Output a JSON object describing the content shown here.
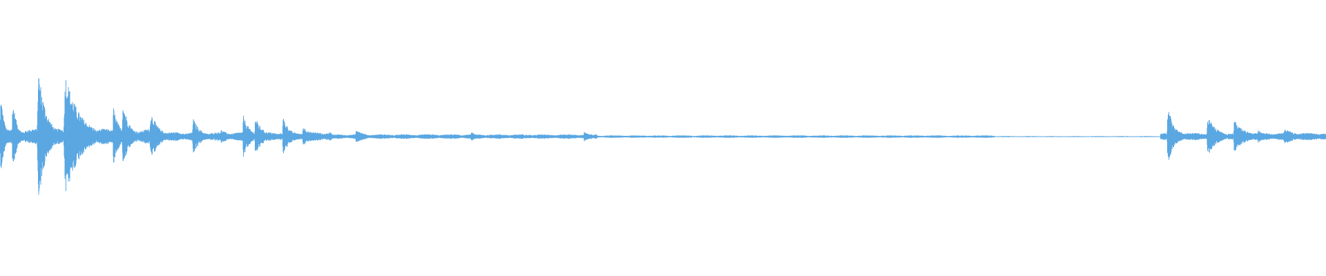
{
  "waveform": {
    "color": "#5aa7e2",
    "background": "#ffffff",
    "bursts": [
      {
        "start": 0.0,
        "end": 0.013,
        "peak": 0.42,
        "decay": 0.2
      },
      {
        "start": 0.009,
        "end": 0.02,
        "peak": 0.34,
        "decay": 0.3
      },
      {
        "start": 0.028,
        "end": 0.045,
        "peak": 0.62,
        "decay": 0.35
      },
      {
        "start": 0.048,
        "end": 0.072,
        "peak": 0.55,
        "decay": 0.45
      },
      {
        "start": 0.085,
        "end": 0.096,
        "peak": 0.26,
        "decay": 0.4
      },
      {
        "start": 0.092,
        "end": 0.104,
        "peak": 0.32,
        "decay": 0.4
      },
      {
        "start": 0.113,
        "end": 0.125,
        "peak": 0.22,
        "decay": 0.5
      },
      {
        "start": 0.145,
        "end": 0.156,
        "peak": 0.16,
        "decay": 0.5
      },
      {
        "start": 0.166,
        "end": 0.18,
        "peak": 0.06,
        "decay": 0.5
      },
      {
        "start": 0.183,
        "end": 0.193,
        "peak": 0.18,
        "decay": 0.5
      },
      {
        "start": 0.192,
        "end": 0.203,
        "peak": 0.17,
        "decay": 0.5
      },
      {
        "start": 0.213,
        "end": 0.223,
        "peak": 0.17,
        "decay": 0.5
      },
      {
        "start": 0.228,
        "end": 0.24,
        "peak": 0.09,
        "decay": 0.5
      },
      {
        "start": 0.268,
        "end": 0.28,
        "peak": 0.07,
        "decay": 0.5
      },
      {
        "start": 0.355,
        "end": 0.364,
        "peak": 0.04,
        "decay": 0.5
      },
      {
        "start": 0.44,
        "end": 0.452,
        "peak": 0.04,
        "decay": 0.5
      },
      {
        "start": 0.88,
        "end": 0.895,
        "peak": 0.26,
        "decay": 0.35
      },
      {
        "start": 0.91,
        "end": 0.925,
        "peak": 0.18,
        "decay": 0.45
      },
      {
        "start": 0.93,
        "end": 0.947,
        "peak": 0.14,
        "decay": 0.5
      },
      {
        "start": 0.948,
        "end": 0.958,
        "peak": 0.06,
        "decay": 0.5
      },
      {
        "start": 0.968,
        "end": 0.985,
        "peak": 0.07,
        "decay": 0.5
      }
    ],
    "baseline_levels": [
      {
        "start": 0.0,
        "end": 0.12,
        "level": 0.06
      },
      {
        "start": 0.12,
        "end": 0.25,
        "level": 0.035
      },
      {
        "start": 0.25,
        "end": 0.45,
        "level": 0.018
      },
      {
        "start": 0.45,
        "end": 0.75,
        "level": 0.01
      },
      {
        "start": 0.75,
        "end": 0.875,
        "level": 0.004
      },
      {
        "start": 0.875,
        "end": 1.0,
        "level": 0.03
      }
    ]
  }
}
